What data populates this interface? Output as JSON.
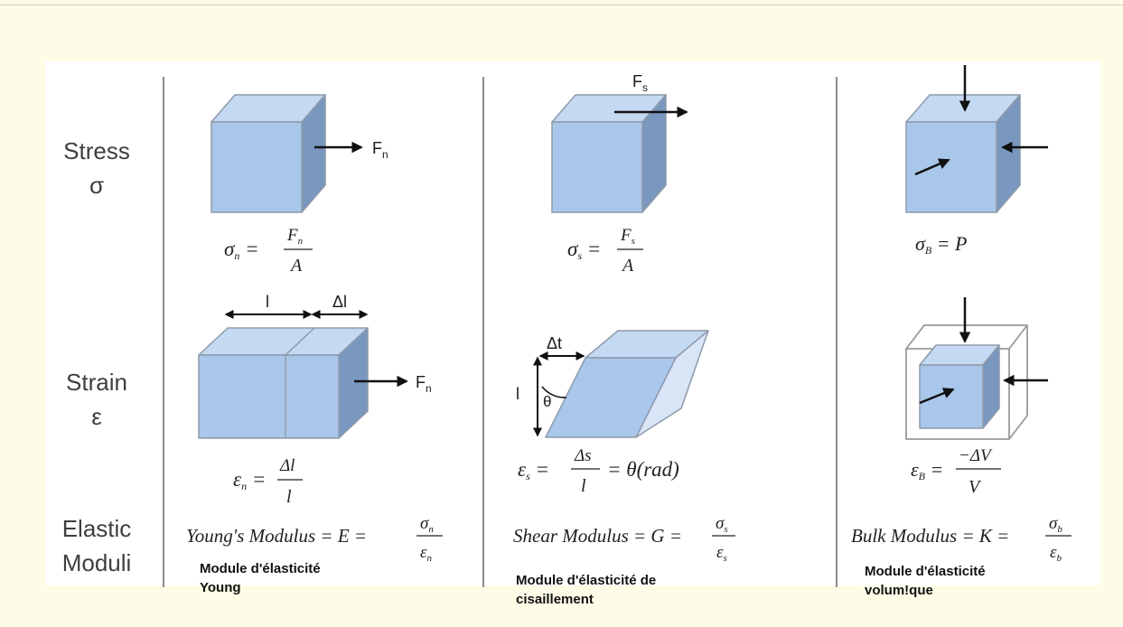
{
  "rows": {
    "stress": [
      "Stress",
      "σ"
    ],
    "strain": [
      "Strain",
      "ε"
    ],
    "moduli": [
      "Elastic",
      "Moduli"
    ]
  },
  "forces": {
    "normal": "Fn",
    "shear": "Fs"
  },
  "dimensions": {
    "length": "l",
    "delta_length": "Δl",
    "delta_t": "Δt",
    "theta": "θ"
  },
  "young": {
    "stress_eq": "σn = Fn / A",
    "strain_eq": "εn = Δl / l",
    "modulus_eq": "Young's Modulus = E = σn / εn",
    "caption_fr": [
      "Module d'élasticité",
      "Young"
    ]
  },
  "shear": {
    "stress_eq": "σs = Fs / A",
    "strain_eq": "εs = Δs / l = θ(rad)",
    "modulus_eq": "Shear Modulus = G = σs / εs",
    "caption_fr": [
      "Module d'élasticité de",
      "cisaillement"
    ]
  },
  "bulk": {
    "stress_eq": "σB = P",
    "strain_eq": "εB = −ΔV / V",
    "modulus_eq": "Bulk Modulus = K = σb / εb",
    "caption_fr": [
      "Module d'élasticité",
      "volum!que"
    ]
  },
  "colors": {
    "cube_front": "#a9c7ea",
    "cube_top": "#c4d9f2",
    "cube_side": "#7997bf",
    "cube_edge": "#8e9aaa",
    "divider": "#6f6f6f"
  }
}
